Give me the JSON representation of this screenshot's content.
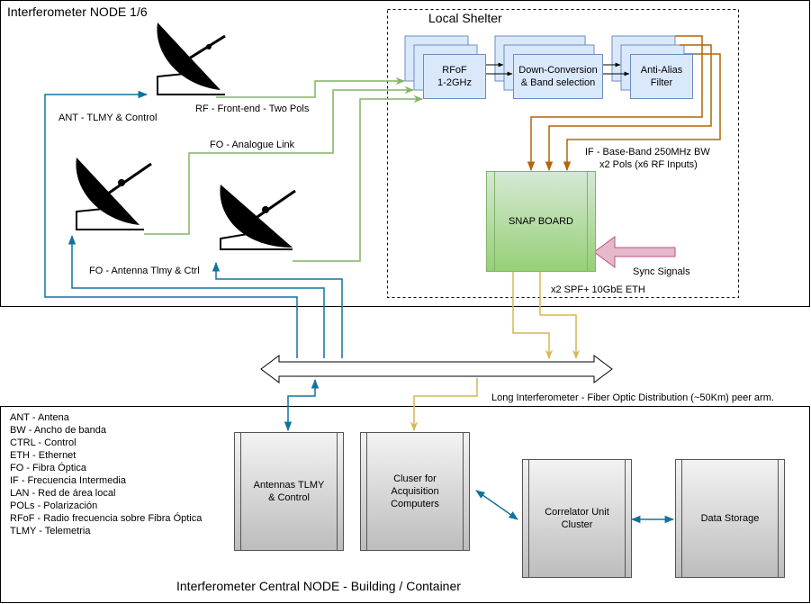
{
  "colors": {
    "rf_green": "#82b366",
    "if_orange": "#b46504",
    "eth_yellow": "#d6b656",
    "tlmy_blue": "#10739e",
    "sync_pink": "#e6b8cb",
    "block_blue": "#dae8fc",
    "snap_green": "#97d077"
  },
  "titles": {
    "node": "Interferometer NODE 1/6",
    "shelter": "Local Shelter",
    "central": "Interferometer Central NODE - Building / Container"
  },
  "blocks": {
    "rfof": "RFoF\n1-2GHz",
    "downconv": "Down-Conversion\n& Band selection",
    "antialias": "Anti-Alias\nFilter",
    "snap": "SNAP BOARD",
    "antennas_tlmy": "Antennas TLMY\n& Control",
    "cluster_acq": "Cluser for\nAcquisition\nComputers",
    "correlator": "Correlator Unit\nCluster",
    "storage": "Data Storage"
  },
  "labels": {
    "ant_tlmy": "ANT - TLMY & Control",
    "rf_frontend": "RF - Front-end - Two Pols",
    "fo_analogue": "FO - Analogue Link",
    "fo_antenna": "FO - Antenna Tlmy & Ctrl",
    "if_baseband_1": "IF - Base-Band 250MHz BW",
    "if_baseband_2": "x2 Pols (x6 RF Inputs)",
    "sync": "Sync Signals",
    "sfp": "x2 SPF+ 10GbE ETH",
    "long_interf": "Long Interferometer - Fiber Optic Distribution (~50Km) peer arm."
  },
  "legend": [
    "ANT - Antena",
    "BW - Ancho de banda",
    "CTRL - Control",
    "ETH - Ethernet",
    "FO - Fibra Óptica",
    "IF - Frecuencia Intermedia",
    "LAN - Red de área local",
    "POLs - Polarización",
    "RFoF - Radio frecuencia sobre Fibra Óptica",
    "TLMY - Telemetria"
  ]
}
